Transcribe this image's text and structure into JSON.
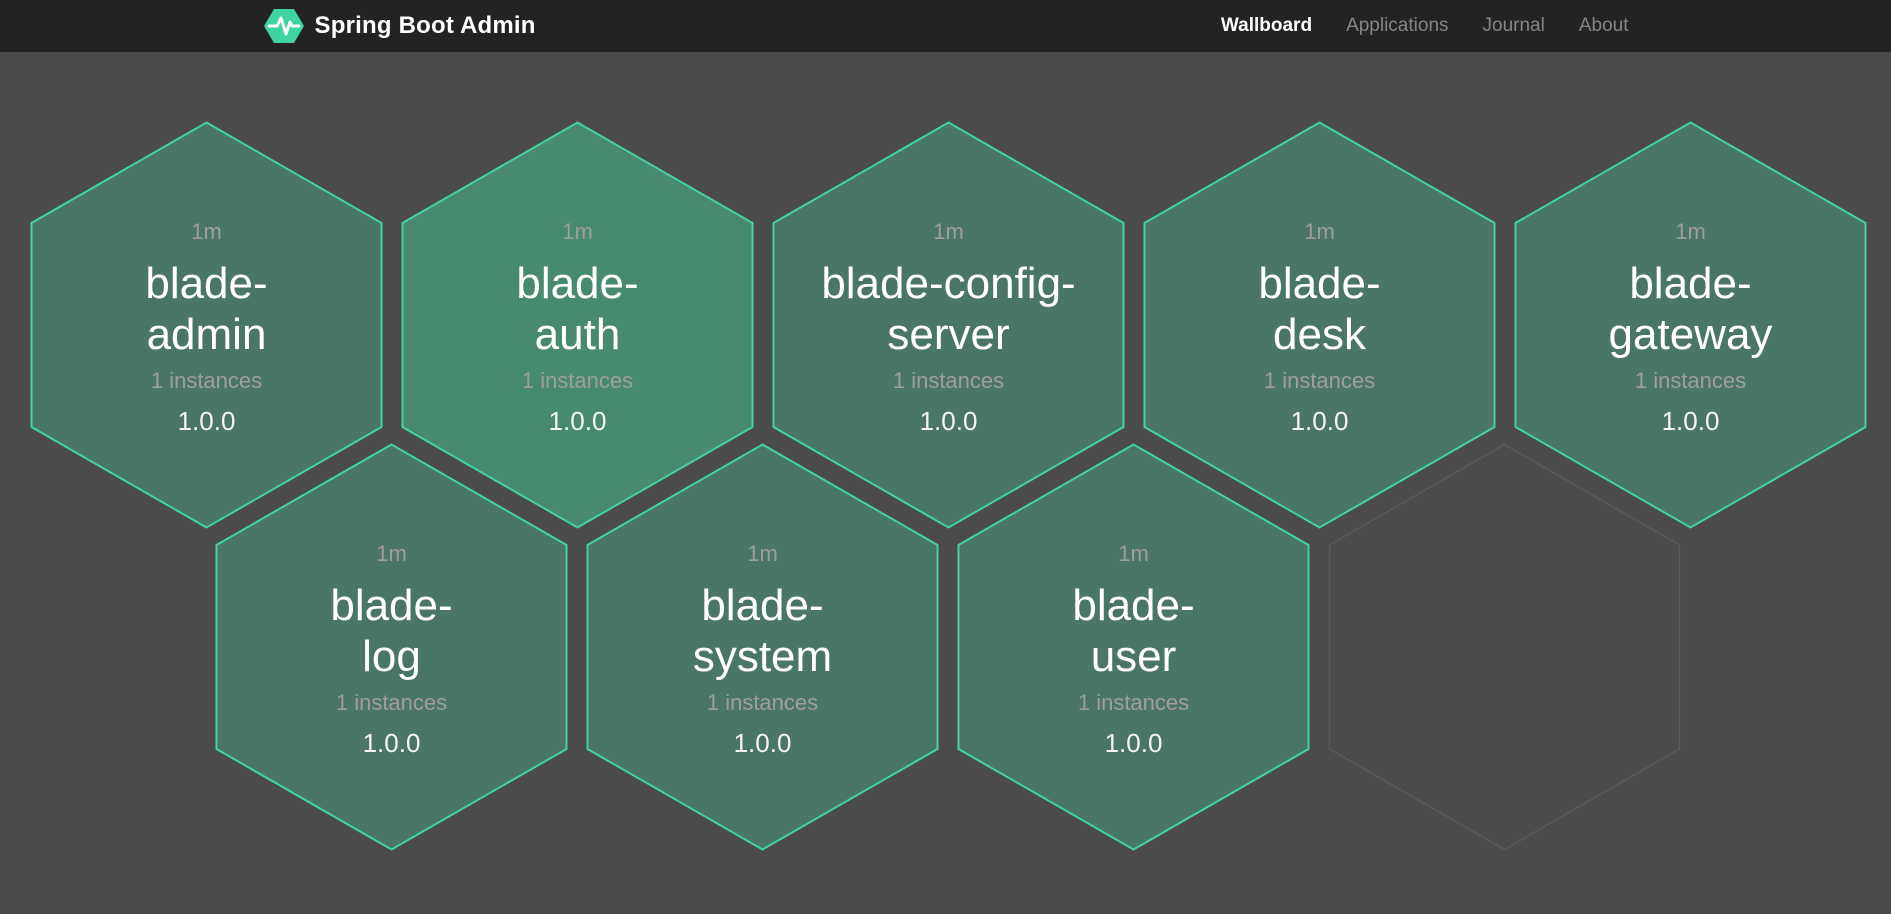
{
  "header": {
    "brand_title": "Spring Boot Admin",
    "nav": [
      {
        "label": "Wallboard",
        "active": true
      },
      {
        "label": "Applications",
        "active": false
      },
      {
        "label": "Journal",
        "active": false
      },
      {
        "label": "About",
        "active": false
      }
    ]
  },
  "wallboard": {
    "apps": [
      {
        "name": "blade-\nadmin",
        "uptime": "1m",
        "instances_label": "1 instances",
        "version": "1.0.0"
      },
      {
        "name": "blade-\nauth",
        "uptime": "1m",
        "instances_label": "1 instances",
        "version": "1.0.0"
      },
      {
        "name": "blade-config-\nserver",
        "uptime": "1m",
        "instances_label": "1 instances",
        "version": "1.0.0"
      },
      {
        "name": "blade-\ndesk",
        "uptime": "1m",
        "instances_label": "1 instances",
        "version": "1.0.0"
      },
      {
        "name": "blade-\ngateway",
        "uptime": "1m",
        "instances_label": "1 instances",
        "version": "1.0.0"
      },
      {
        "name": "blade-\nlog",
        "uptime": "1m",
        "instances_label": "1 instances",
        "version": "1.0.0"
      },
      {
        "name": "blade-\nsystem",
        "uptime": "1m",
        "instances_label": "1 instances",
        "version": "1.0.0"
      },
      {
        "name": "blade-\nuser",
        "uptime": "1m",
        "instances_label": "1 instances",
        "version": "1.0.0"
      }
    ],
    "empty_placeholder_count": 1
  },
  "colors": {
    "background": "#4b4b4b",
    "header_background": "#232323",
    "accent_green": "#3ed3a1",
    "hex_fill": "#497666",
    "hex_fill_highlight": "#488a70",
    "hex_border": "#42d3a2",
    "ghost_outline": "#5a5a5a",
    "text_primary": "#ffffff",
    "text_muted": "#9e9e9e"
  }
}
